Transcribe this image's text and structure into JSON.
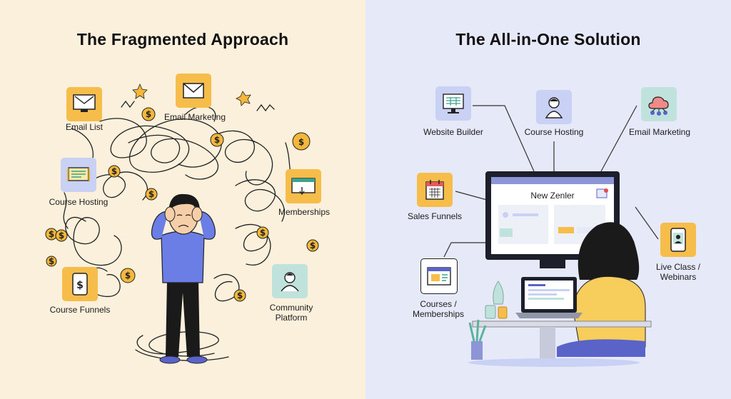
{
  "left": {
    "title": "The Fragmented Approach",
    "tools": [
      {
        "id": "email-list",
        "label": "Email List",
        "icon": "monitor-email-icon"
      },
      {
        "id": "email-marketing",
        "label": "Email Marketing",
        "icon": "envelope-icon"
      },
      {
        "id": "course-hosting",
        "label": "Course Hosting",
        "icon": "certificate-icon"
      },
      {
        "id": "memberships",
        "label": "Memberships",
        "icon": "browser-card-icon"
      },
      {
        "id": "course-funnels",
        "label": "Course Funnels",
        "icon": "phone-dollar-icon"
      },
      {
        "id": "community-platform",
        "label": "Community\nPlatform",
        "icon": "person-icon"
      }
    ]
  },
  "right": {
    "title": "The All-in-One Solution",
    "hub_label": "New Zenler",
    "features": [
      {
        "id": "website-builder",
        "label": "Website Builder",
        "icon": "monitor-grid-icon"
      },
      {
        "id": "course-hosting",
        "label": "Course Hosting",
        "icon": "instructor-icon"
      },
      {
        "id": "email-marketing",
        "label": "Email Marketing",
        "icon": "cloud-network-icon"
      },
      {
        "id": "sales-funnels",
        "label": "Sales Funnels",
        "icon": "calendar-icon"
      },
      {
        "id": "live-class",
        "label": "Live Class /\nWebinars",
        "icon": "phone-video-icon"
      },
      {
        "id": "courses-memberships",
        "label": "Courses /\nMemberships",
        "icon": "browser-video-icon"
      }
    ]
  },
  "colors": {
    "left_bg": "#fbf0dc",
    "right_bg": "#e6e9f8",
    "accent_orange": "#f6bd4b",
    "accent_blue": "#5a63c8",
    "shirt_blue": "#6b7ee6"
  }
}
